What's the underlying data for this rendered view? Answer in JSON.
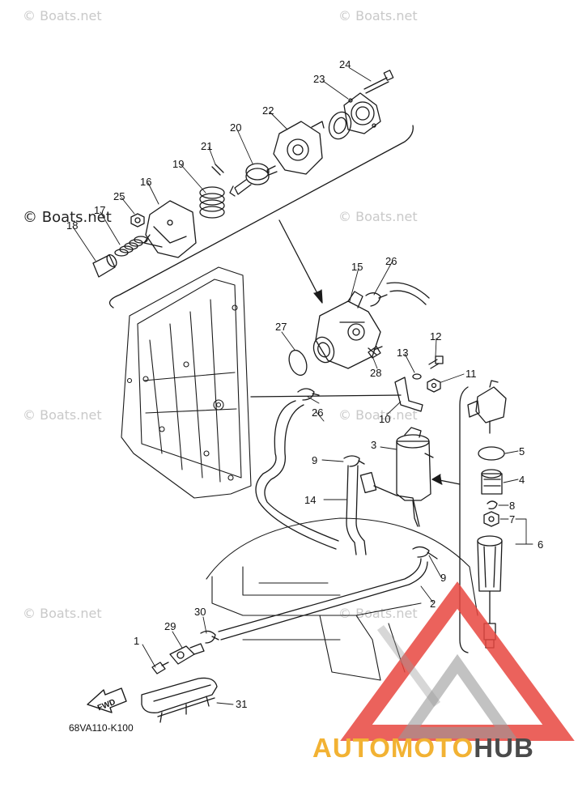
{
  "watermarks": {
    "text": "© Boats.net",
    "strong_text": "© Boats.net"
  },
  "diagram_code": "68VA110-K100",
  "fwd_label": "FWD",
  "callouts": [
    "1",
    "2",
    "3",
    "4",
    "5",
    "6",
    "7",
    "8",
    "9",
    "9",
    "10",
    "11",
    "12",
    "13",
    "14",
    "15",
    "16",
    "17",
    "18",
    "19",
    "20",
    "21",
    "22",
    "23",
    "24",
    "25",
    "26",
    "26",
    "27",
    "28",
    "29",
    "30",
    "31"
  ],
  "brand": {
    "part1": "AUTOMOTO",
    "part2": "HUB"
  },
  "colors": {
    "line": "#1a1a1a",
    "watermark": "#c9c9c9",
    "logo_red": "#e8463f",
    "logo_gray": "#9a9a9a",
    "brand_orange": "#f2b233"
  }
}
